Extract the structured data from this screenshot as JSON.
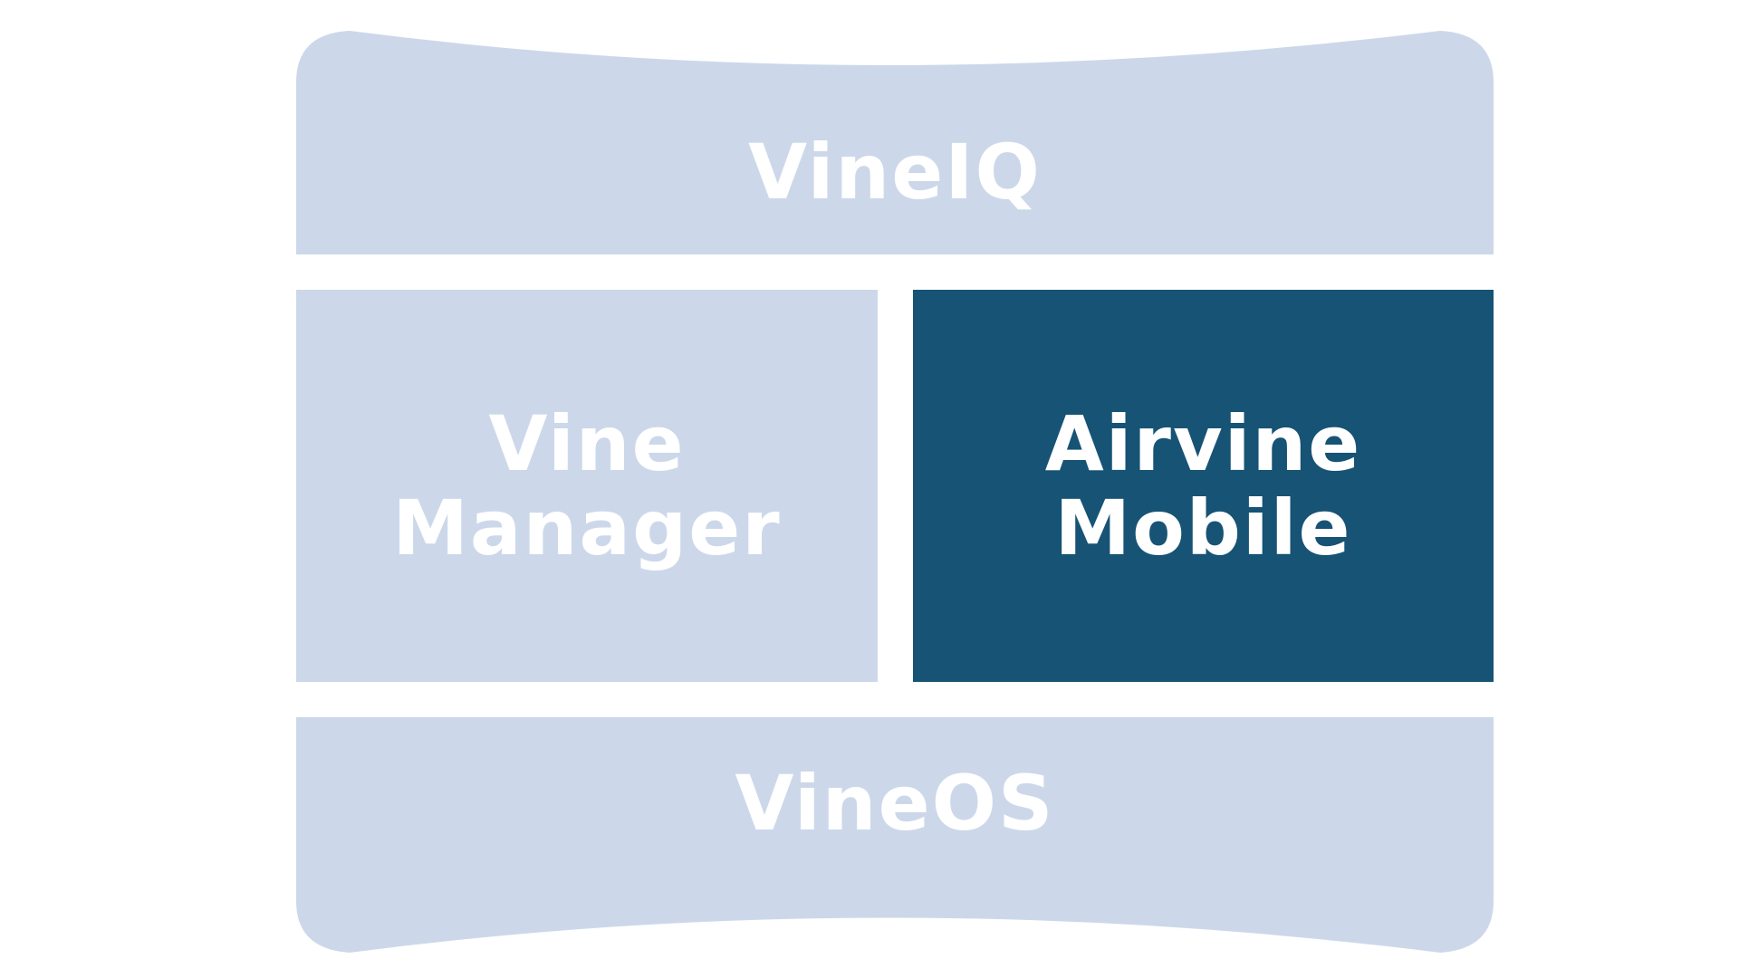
{
  "diagram": {
    "blocks": [
      {
        "id": "top",
        "label": "VineIQ"
      },
      {
        "id": "left",
        "label": "Vine\nManager"
      },
      {
        "id": "right",
        "label": "Airvine\nMobile"
      },
      {
        "id": "bottom",
        "label": "VineOS"
      }
    ],
    "highlighted_block": "right"
  },
  "colors": {
    "light_block": "#CCD8EA",
    "highlight_block": "#175374",
    "text": "#FFFFFF",
    "background": "#FFFFFF"
  }
}
